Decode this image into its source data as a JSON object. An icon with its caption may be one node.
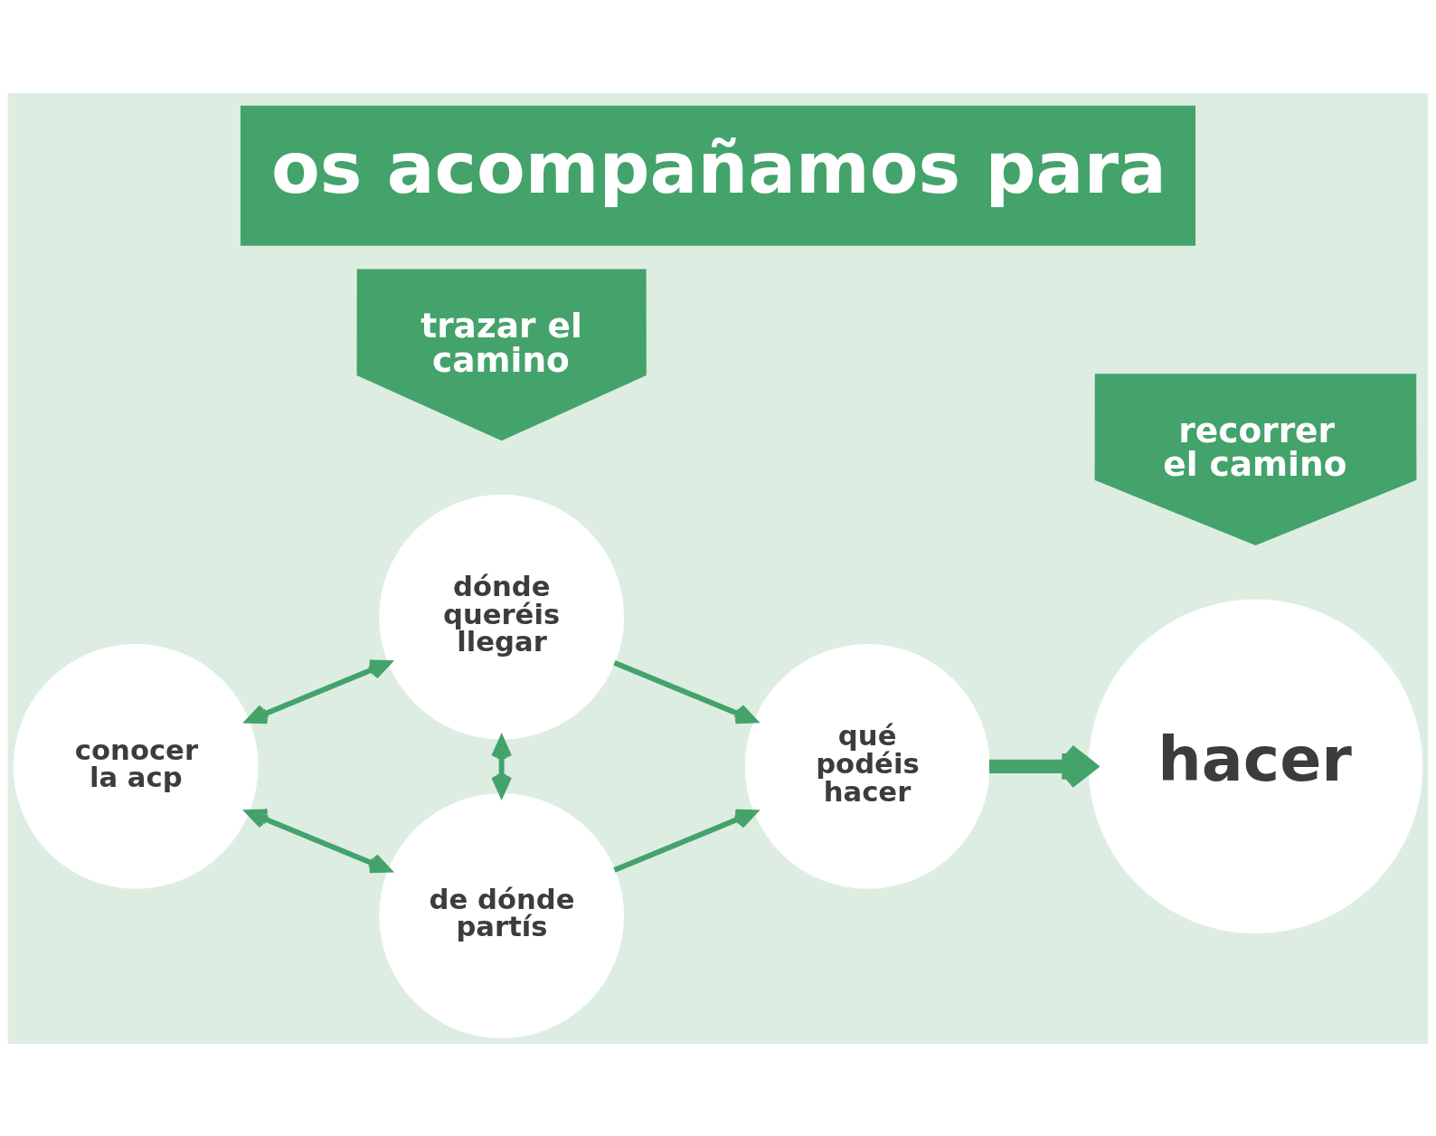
{
  "diagram": {
    "title": "os acompañamos para",
    "nodes": [
      {
        "text": [
          "trazar el camino"
        ]
      },
      {
        "text": [
          "recorrer el camino"
        ]
      },
      {
        "text": [
          "dónde queréis llegar"
        ]
      },
      {
        "text": [
          "conocer la acp"
        ]
      },
      {
        "text": [
          "qué podéis hacer"
        ]
      },
      {
        "text": [
          "hacer"
        ]
      },
      {
        "text": [
          "de dónde partís"
        ]
      }
    ],
    "edges": [
      {
        "from": 3,
        "to": 2,
        "arrow": "both"
      },
      {
        "from": 2,
        "to": 4,
        "arrow": "to"
      },
      {
        "from": 2,
        "to": 6,
        "arrow": "both"
      },
      {
        "from": 3,
        "to": 6,
        "arrow": "both"
      },
      {
        "from": 6,
        "to": 4,
        "arrow": "to"
      },
      {
        "from": 4,
        "to": 5,
        "arrow": "to",
        "style": "thick"
      }
    ]
  }
}
